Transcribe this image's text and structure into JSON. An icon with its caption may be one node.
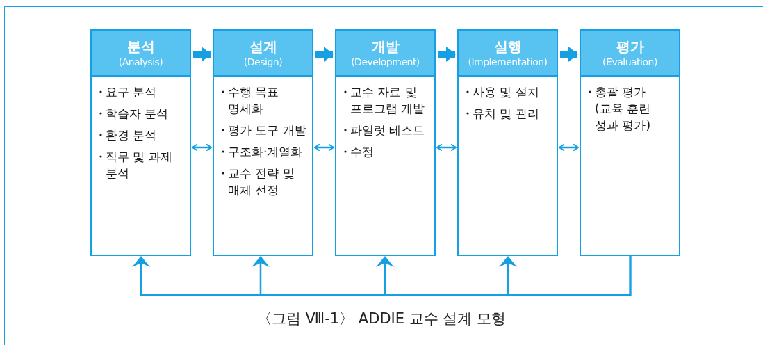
{
  "diagram": {
    "caption": "〈그림 Ⅷ-1〉 ADDIE 교수 설계 모형",
    "nodes": [
      {
        "text": [
          "분석",
          "(Analysis)",
          "요구 분석",
          "학습자 분석",
          "환경 분석",
          "직무 및 과제 분석"
        ]
      },
      {
        "text": [
          "설계",
          "(Design)",
          "수행 목표 명세화",
          "평가 도구 개발",
          "구조화·계열화",
          "교수 전략 및 매체 선정"
        ]
      },
      {
        "text": [
          "개발",
          "(Development)",
          "교수 자료 및 프로그램 개발",
          "파일럿 테스트",
          "수정"
        ]
      },
      {
        "text": [
          "실행",
          "(Implementation)",
          "사용 및 설치",
          "유치 및 관리"
        ]
      },
      {
        "text": [
          "평가",
          "(Evaluation)",
          "총괄 평가 (교육 훈련 성과 평가)"
        ]
      }
    ],
    "edges": [
      {
        "from": 0,
        "to": 1,
        "arrow": "to",
        "style": "thick"
      },
      {
        "from": 1,
        "to": 2,
        "arrow": "to",
        "style": "thick"
      },
      {
        "from": 2,
        "to": 3,
        "arrow": "to",
        "style": "thick"
      },
      {
        "from": 3,
        "to": 4,
        "arrow": "to",
        "style": "thick"
      },
      {
        "from": 0,
        "to": 1,
        "arrow": "both"
      },
      {
        "from": 1,
        "to": 2,
        "arrow": "both"
      },
      {
        "from": 2,
        "to": 3,
        "arrow": "both"
      },
      {
        "from": 3,
        "to": 4,
        "arrow": "both"
      },
      {
        "from": 4,
        "to": 0,
        "arrow": "to"
      },
      {
        "from": 4,
        "to": 1,
        "arrow": "to"
      },
      {
        "from": 4,
        "to": 2,
        "arrow": "to"
      },
      {
        "from": 4,
        "to": 3,
        "arrow": "to"
      }
    ]
  }
}
